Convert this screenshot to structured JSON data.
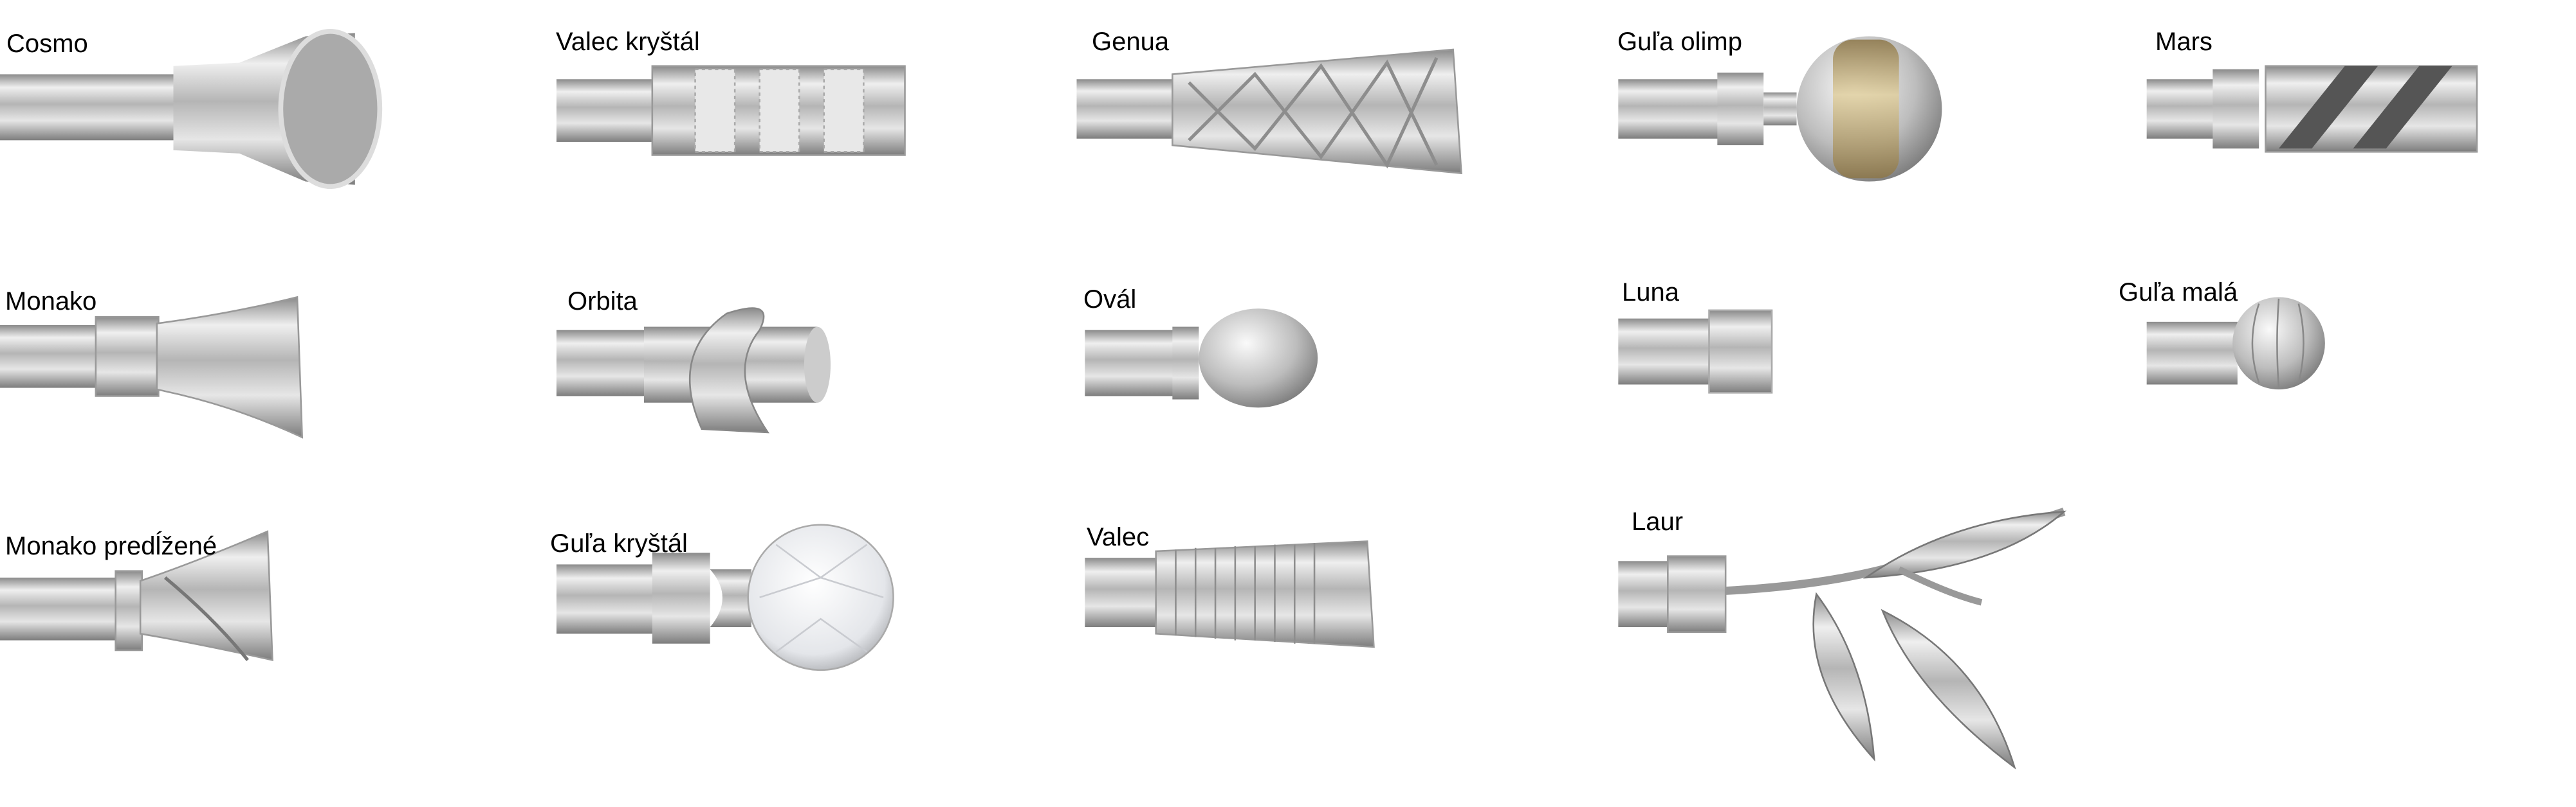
{
  "products": [
    {
      "name": "Cosmo"
    },
    {
      "name": "Valec kryštál"
    },
    {
      "name": "Genua"
    },
    {
      "name": "Guľa olimp"
    },
    {
      "name": "Mars"
    },
    {
      "name": "Monako"
    },
    {
      "name": "Orbita"
    },
    {
      "name": "Ovál"
    },
    {
      "name": "Luna"
    },
    {
      "name": "Guľa malá"
    },
    {
      "name": "Monako predĺžené"
    },
    {
      "name": "Guľa kryštál"
    },
    {
      "name": "Valec"
    },
    {
      "name": "Laur"
    }
  ],
  "colors": {
    "metal_light": "#f2f2f2",
    "metal_mid": "#b8b8b8",
    "metal_dark": "#7a7a7a",
    "brass": "#b9a06a"
  }
}
